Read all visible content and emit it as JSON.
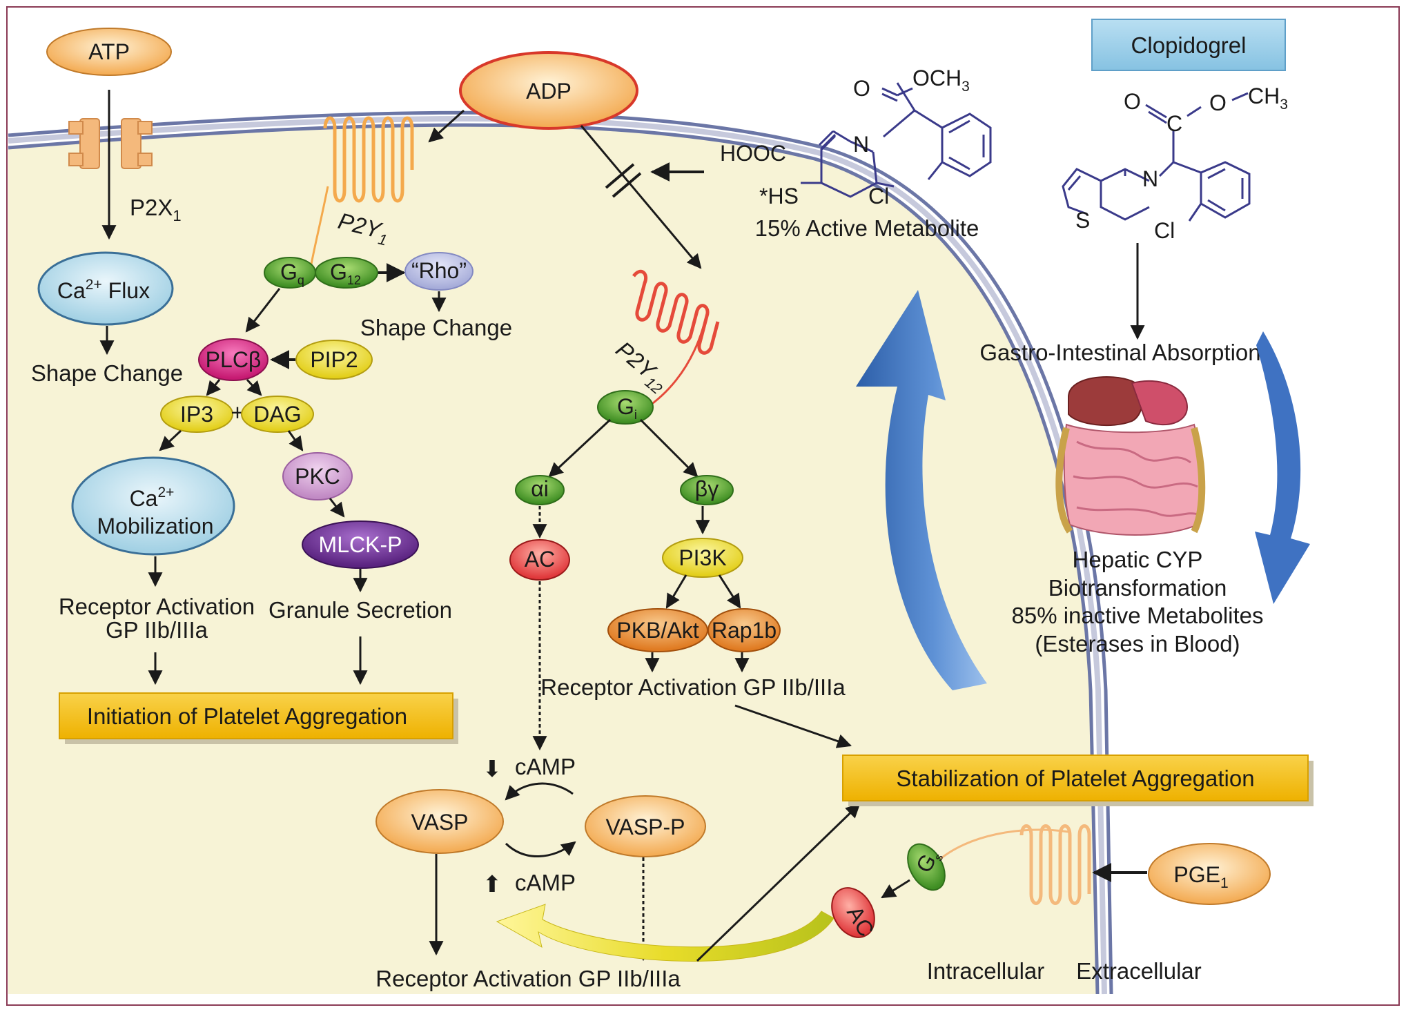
{
  "colors": {
    "cytoplasm": "#f7f3d6",
    "membrane": "#6b76a6",
    "orange_node": "#f6c77b",
    "blue_node": "#bfe0ee",
    "green_node": "#6db53f",
    "magenta_node": "#e22f8c",
    "yellow_node": "#f2e64b",
    "purple_node": "#7b3fa0",
    "pink_node": "#d9a4d8",
    "red_node": "#ee5a5a",
    "amber_node": "#f0a04b",
    "box_fill": "#f5c21b",
    "blue_arrow": "#3f72c2",
    "receptor_orange": "#f4a94c",
    "receptor_red": "#e54a3a"
  },
  "left_pathway": {
    "atp": "ATP",
    "p2x1_main": "P2X",
    "p2x1_sub": "1",
    "ca_flux_sup": "2+",
    "ca_flux_pre": "Ca",
    "ca_flux_post": " Flux",
    "shape_change_1": "Shape Change",
    "p2y1_main": "P2Y",
    "p2y1_sub": "1",
    "gq_main": "G",
    "gq_sub": "q",
    "g12_main": "G",
    "g12_sub": "12",
    "rho": "“Rho”",
    "shape_change_2": "Shape Change",
    "plcb": "PLCβ",
    "pip2": "PIP2",
    "ip3": "IP3",
    "plus": "+",
    "dag": "DAG",
    "pkc": "PKC",
    "ca_mob_pre": "Ca",
    "ca_mob_sup": "2+",
    "ca_mob_line2": "Mobilization",
    "mlck": "MLCK-P",
    "receptor_activation_1": "Receptor Activation",
    "gp_1": "GP IIb/IIIa",
    "granule_secretion": "Granule Secretion",
    "initiation_box": "Initiation of Platelet Aggregation"
  },
  "center_pathway": {
    "adp": "ADP",
    "p2y12_main": "P2Y",
    "p2y12_sub": "12",
    "gi_main": "G",
    "gi_sub": "i",
    "alpha_i": "αi",
    "beta_gamma": "βγ",
    "ac_1": "AC",
    "pi3k": "PI3K",
    "pkb": "PKB/Akt",
    "rap1b": "Rap1b",
    "receptor_activation_2": "Receptor Activation GP IIb/IIIa",
    "camp_down": "cAMP",
    "camp_up": "cAMP",
    "down_arrow": "⬇",
    "up_arrow": "⬆",
    "vasp": "VASP",
    "vasp_p": "VASP-P",
    "receptor_activation_3": "Receptor Activation GP IIb/IIIa",
    "stabilization_box": "Stabilization of Platelet Aggregation"
  },
  "right_panel": {
    "clopidogrel": "Clopidogrel",
    "active_metabolite": "15% Active Metabolite",
    "gi_absorption": "Gastro-Intestinal Absorption",
    "hepatic_1": "Hepatic CYP",
    "hepatic_2": "Biotransformation",
    "hepatic_3": "85% inactive Metabolites",
    "hepatic_4": "(Esterases in Blood)",
    "gs_main": "G",
    "gs_sub": "s",
    "ac_2": "AC",
    "pge1_main": "PGE",
    "pge1_sub": "1",
    "intracellular": "Intracellular",
    "extracellular": "Extracellular"
  },
  "chem_active": {
    "o": "O",
    "och3_main": "OCH",
    "och3_sub": "3",
    "hooc": "HOOC",
    "n": "N",
    "hs": "*HS",
    "cl": "Cl"
  },
  "chem_clopi": {
    "o1": "O",
    "c": "C",
    "o2": "O",
    "ch3_main": "CH",
    "ch3_sub": "3",
    "n": "N",
    "s": "S",
    "cl": "Cl"
  }
}
